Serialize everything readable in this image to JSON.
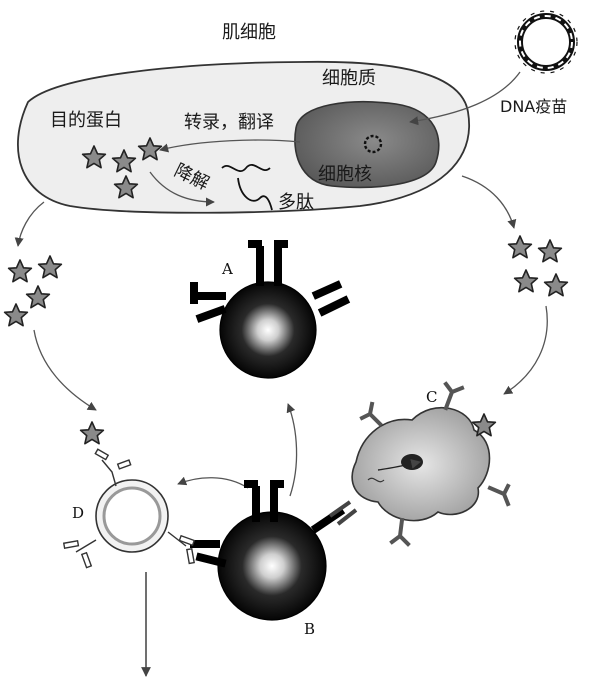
{
  "labels": {
    "muscle_cell": "肌细胞",
    "cytoplasm": "细胞质",
    "dna_vaccine": "DNA疫苗",
    "target_protein": "目的蛋白",
    "transcription_translation": "转录，翻译",
    "nucleus": "细胞核",
    "degradation": "降解",
    "polypeptide": "多肽",
    "cell_a": "A",
    "cell_b": "B",
    "cell_c": "C",
    "cell_d": "D"
  },
  "colors": {
    "line": "#333333",
    "cell_fill": "#eeeeee",
    "nucleus_fill": "#777777",
    "star_fill": "#8a8a8a",
    "lymphocyte": "#0a0a0a",
    "apc_fill": "#bdbdbd"
  }
}
